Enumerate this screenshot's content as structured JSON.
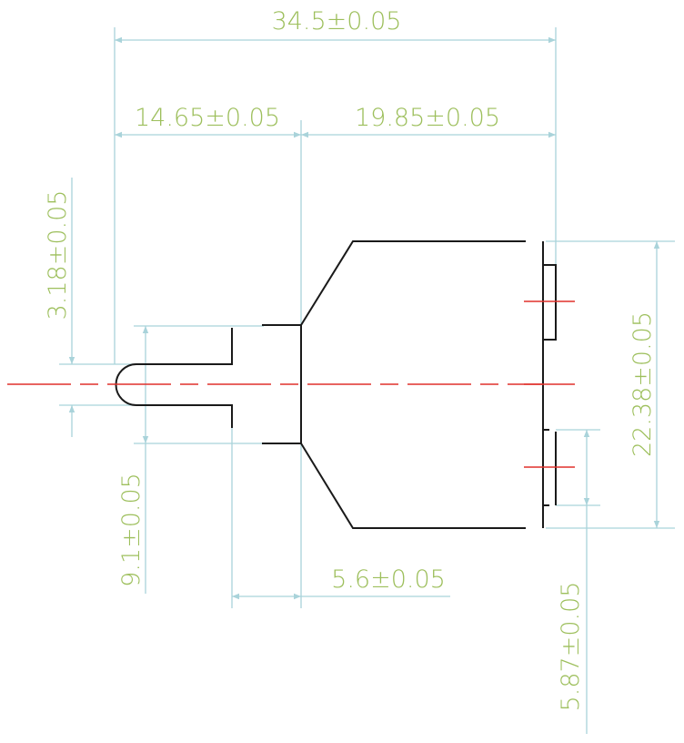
{
  "drawing": {
    "colors": {
      "dimension": "#a9d3da",
      "text": "#9dbf5c",
      "outline": "#1a1a1a",
      "centerline": "#e0312b"
    },
    "dimensions": {
      "overall_length": "34.5±0.05",
      "left_length": "14.65±0.05",
      "right_length": "19.85±0.05",
      "slot_width": "3.18±0.05",
      "shaft_height": "9.1±0.05",
      "step_length": "5.6±0.05",
      "body_height": "22.38±0.05",
      "terminal_pitch": "5.87±0.05"
    }
  }
}
